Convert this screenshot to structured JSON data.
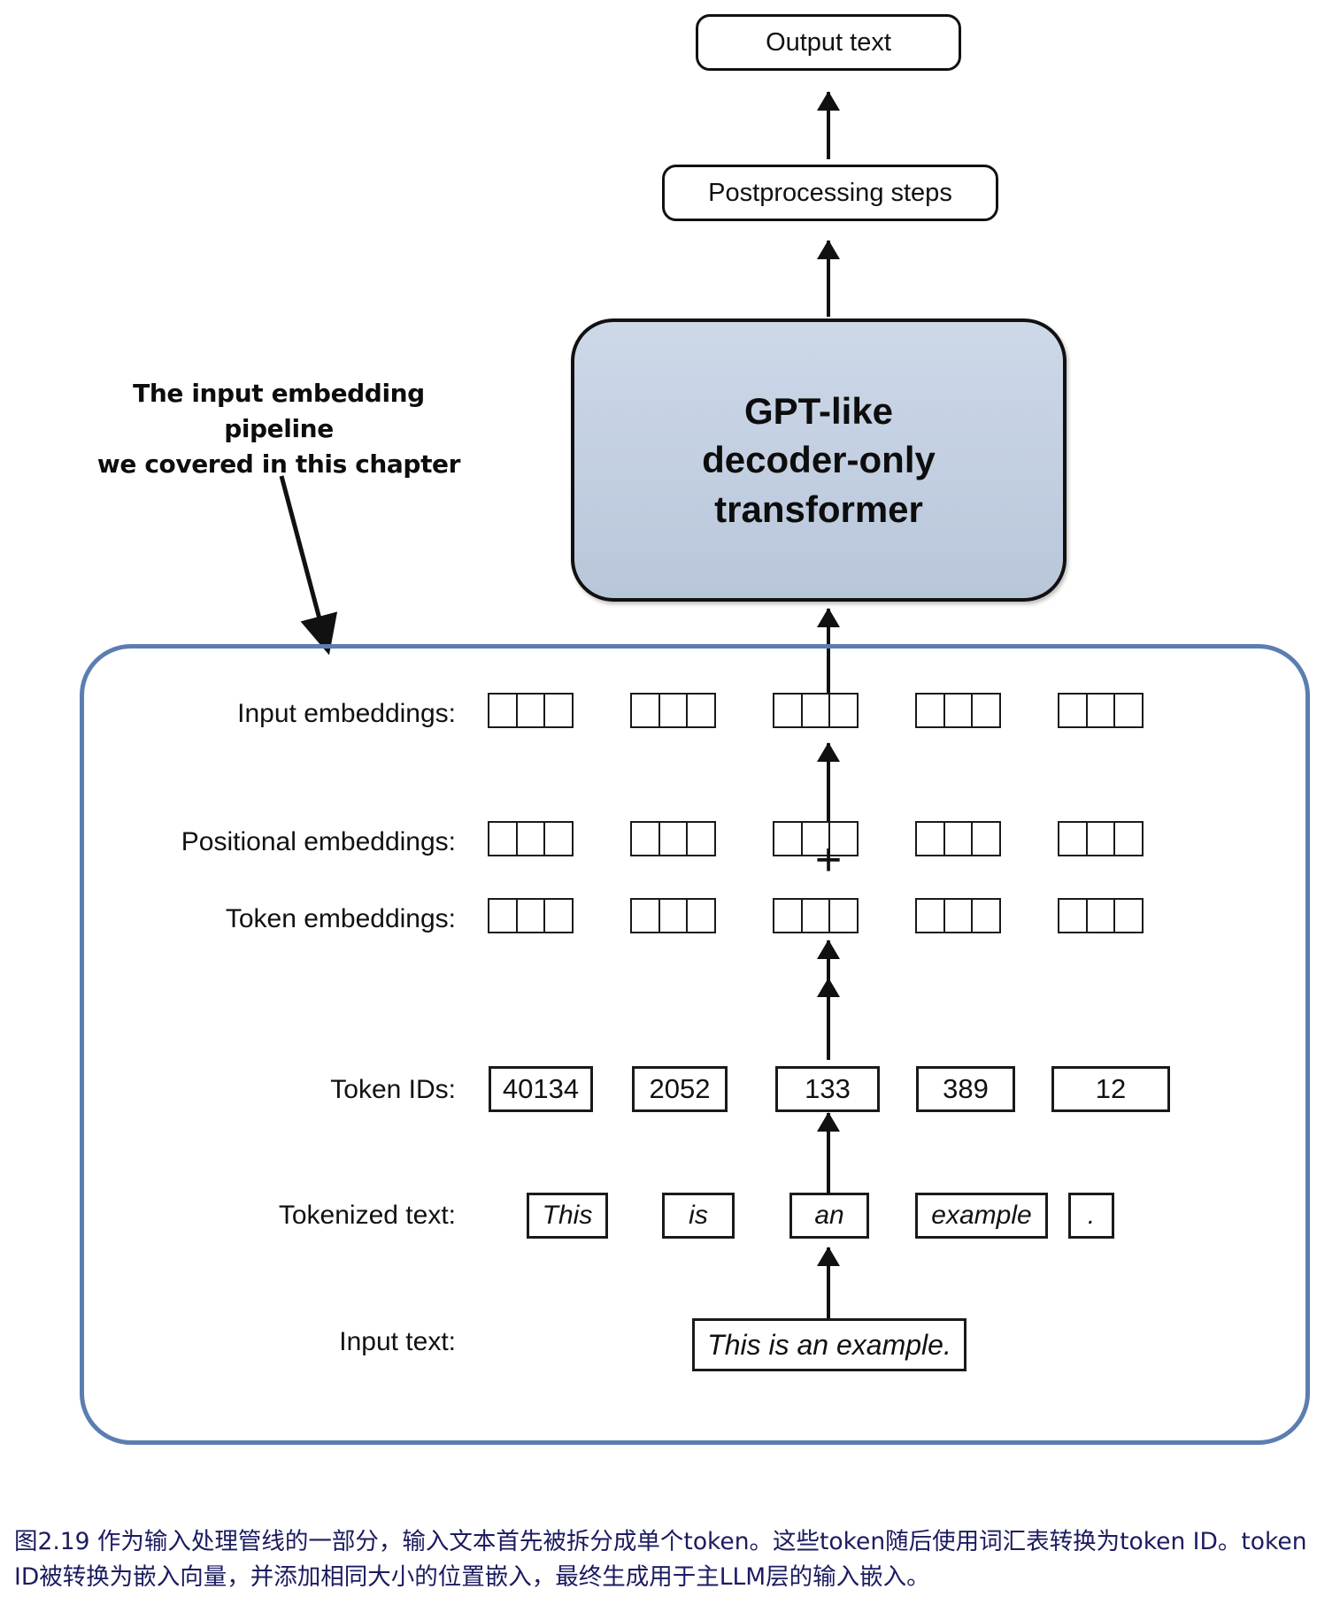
{
  "figure": {
    "top_boxes": {
      "output_text": "Output text",
      "postprocessing": "Postprocessing steps"
    },
    "model_box": {
      "line1": "GPT-like",
      "line2": "decoder-only",
      "line3": "transformer",
      "fill_color": "#c3cfe0",
      "border_color": "#111111"
    },
    "annotation": {
      "line1": "The input embedding pipeline",
      "line2": "we covered in this chapter"
    },
    "pipeline": {
      "border_color": "#5b7db1",
      "rows": [
        {
          "label": "Input embeddings:",
          "kind": "vector",
          "cells_per_group": 3,
          "groups": 5
        },
        {
          "label": "Positional embeddings:",
          "kind": "vector",
          "cells_per_group": 3,
          "groups": 5
        },
        {
          "label": "Token embeddings:",
          "kind": "vector",
          "cells_per_group": 3,
          "groups": 5
        },
        {
          "label": "Token IDs:",
          "kind": "boxes",
          "values": [
            "40134",
            "2052",
            "133",
            "389",
            "12"
          ]
        },
        {
          "label": "Tokenized text:",
          "kind": "boxes",
          "values": [
            "This",
            "is",
            "an",
            "example",
            "."
          ]
        },
        {
          "label": "Input text:",
          "kind": "boxes",
          "values": [
            "This is an example."
          ]
        }
      ],
      "plus_symbol": "+"
    }
  },
  "caption": {
    "text": "图2.19 作为输入处理管线的一部分，输入文本首先被拆分成单个token。这些token随后使用词汇表转换为token ID。token ID被转换为嵌入向量，并添加相同大小的位置嵌入，最终生成用于主LLM层的输入嵌入。",
    "color": "#1b1b60"
  }
}
